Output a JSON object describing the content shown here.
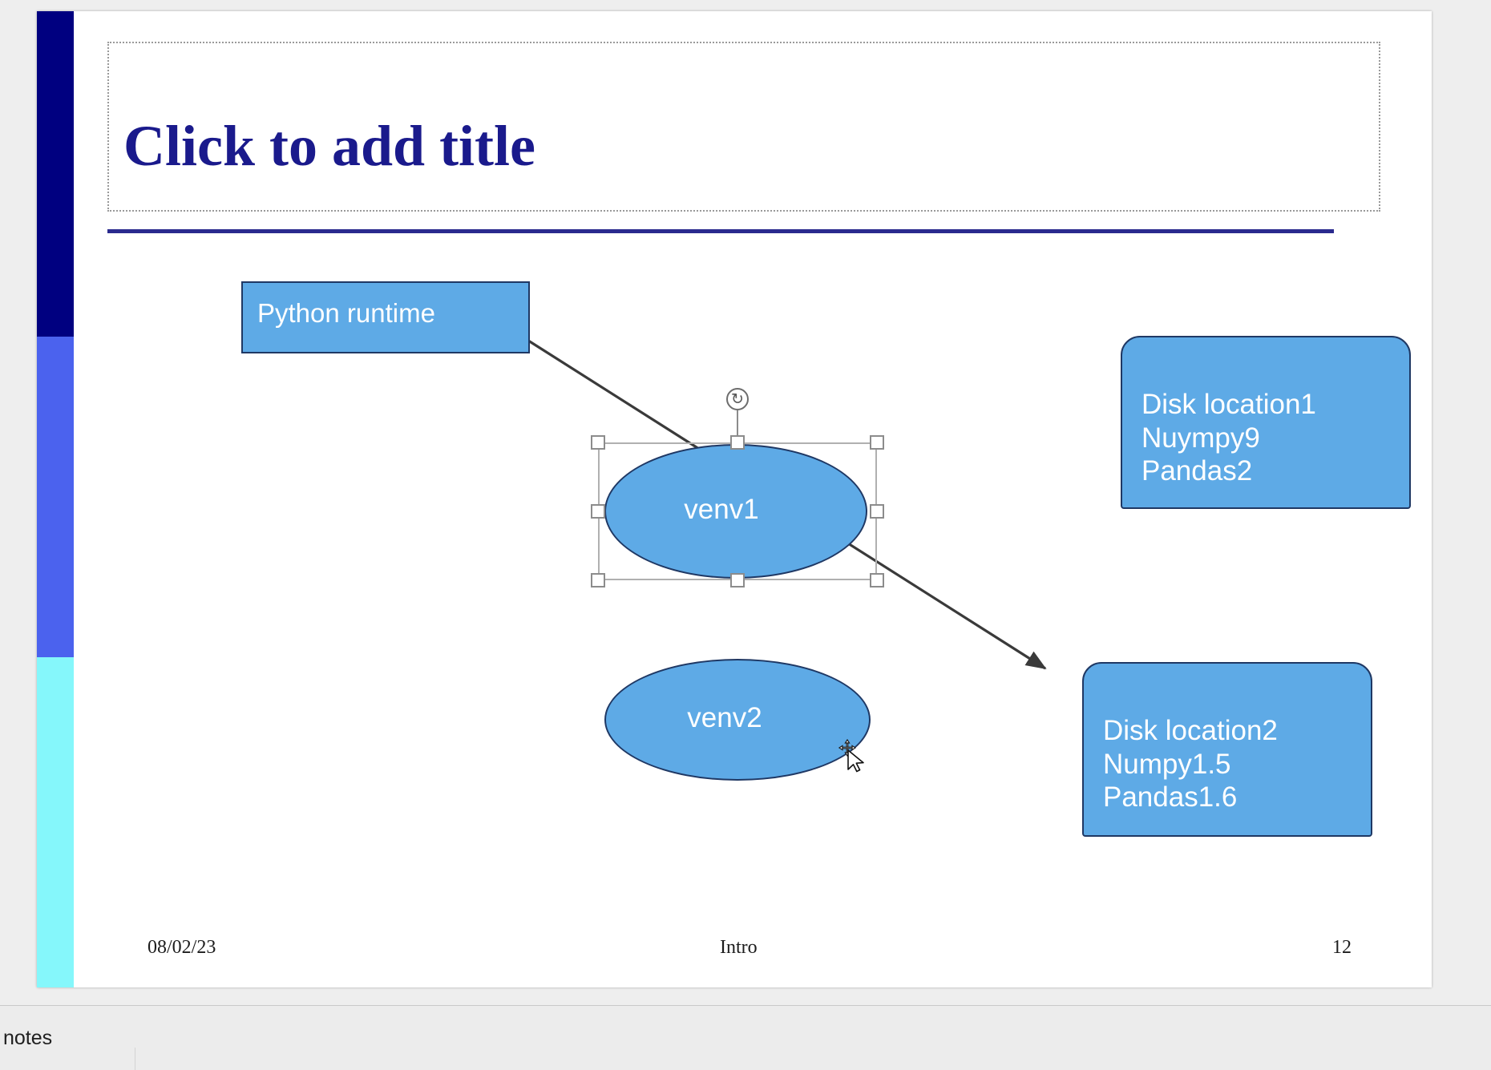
{
  "app": {
    "notes_pane_text": "notes"
  },
  "slide": {
    "title_placeholder": "Click to add title",
    "footer": {
      "date": "08/02/23",
      "center": "Intro",
      "page_number": "12"
    },
    "shapes": {
      "python_runtime": {
        "label": "Python runtime",
        "type": "rectangle"
      },
      "venv1": {
        "label": "venv1",
        "type": "ellipse",
        "selected": "true"
      },
      "venv2": {
        "label": "venv2",
        "type": "ellipse",
        "selected": "false"
      },
      "disk_location_1": {
        "label": "Disk location1\nNuympy9\nPandas2",
        "type": "rounded-rectangle"
      },
      "disk_location_2": {
        "label": "Disk location2\nNumpy1.5\nPandas1.6",
        "type": "rounded-rectangle"
      }
    },
    "connector": {
      "name": "arrow-python-runtime-to-disk-location-2",
      "style": "straight-arrow"
    },
    "selection": {
      "rotate_icon": "↻",
      "handle_count": "8"
    }
  },
  "colors": {
    "shape_fill": "#5eaae6",
    "shape_border": "#1f3864",
    "title_text": "#1a1a8c",
    "band_navy": "#000080",
    "band_blue": "#4b62ee",
    "band_cyan": "#85f7fb",
    "connector": "#3a3a3a",
    "slide_background": "#ffffff",
    "workspace_background": "#eeeeee"
  }
}
